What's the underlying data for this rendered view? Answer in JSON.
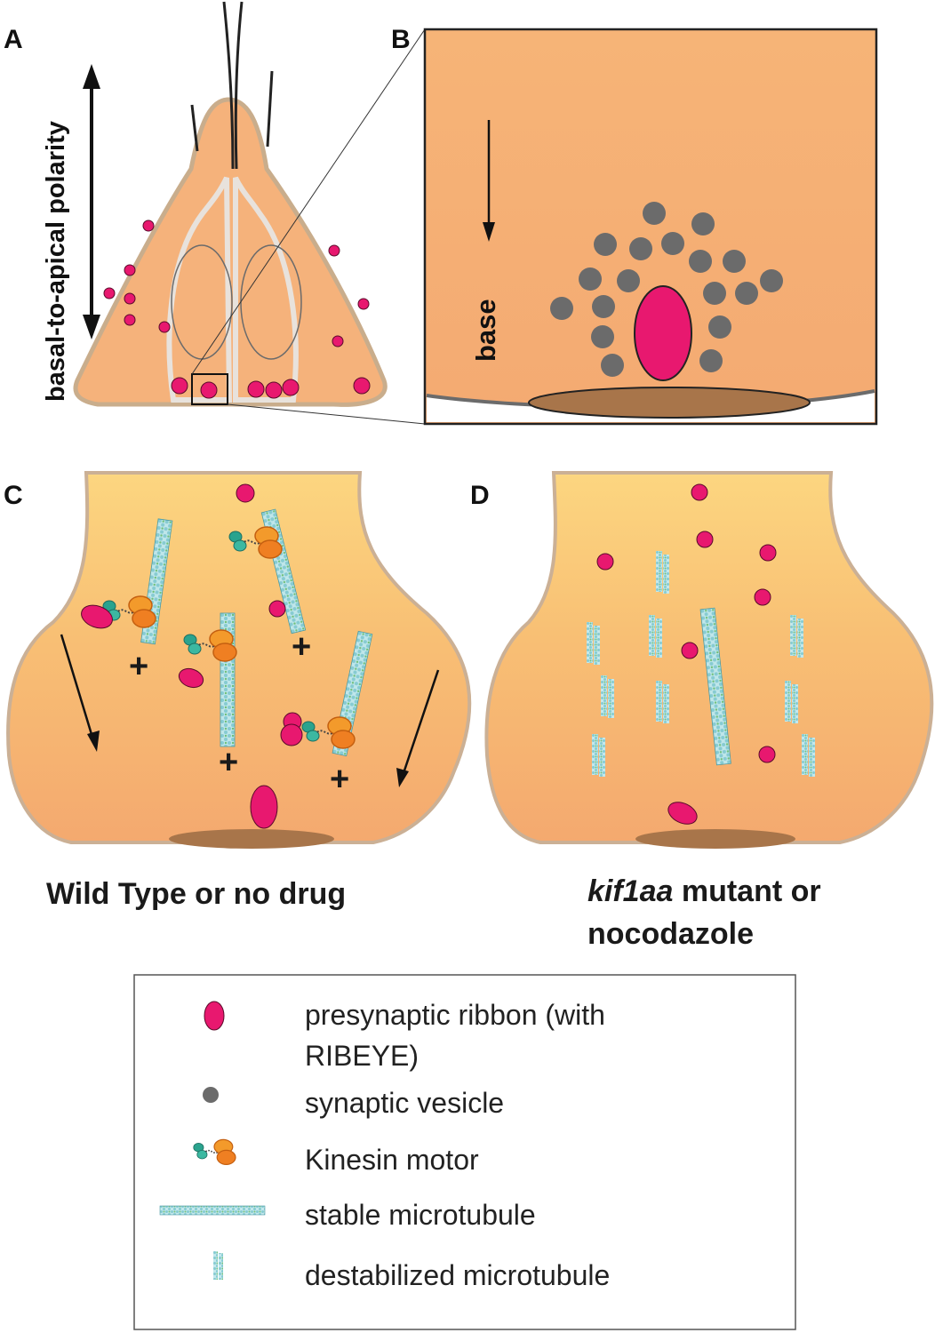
{
  "panels": {
    "a": {
      "label": "A",
      "axis_label": "basal-to-apical polarity"
    },
    "b": {
      "label": "B",
      "axis_label": "base"
    },
    "c": {
      "label": "C",
      "caption": "Wild Type or no drug",
      "plus_sign": "+"
    },
    "d": {
      "label": "D",
      "caption_italic": "kif1aa",
      "caption_rest": " mutant or",
      "caption_line2": "nocodazole"
    }
  },
  "legend": {
    "items": [
      {
        "icon": "ribbon-icon",
        "lines": [
          "presynaptic ribbon (with",
          "RIBEYE)"
        ]
      },
      {
        "icon": "vesicle-icon",
        "lines": [
          "synaptic vesicle"
        ]
      },
      {
        "icon": "kinesin-icon",
        "lines": [
          "Kinesin motor"
        ]
      },
      {
        "icon": "stable-microtubule-icon",
        "lines": [
          "stable microtubule"
        ]
      },
      {
        "icon": "destabilized-microtubule-icon",
        "lines": [
          "destabilized microtubule"
        ]
      }
    ]
  },
  "colors": {
    "cell_fill": "#f5b27b",
    "cell_edge": "#c9ad8c",
    "ribbon": "#e8186f",
    "vesicle": "#6b6b6b",
    "synapse_base": "#a8754a",
    "microtubule": "#8fd3d8",
    "kinesin_head": "#f39a2b"
  }
}
